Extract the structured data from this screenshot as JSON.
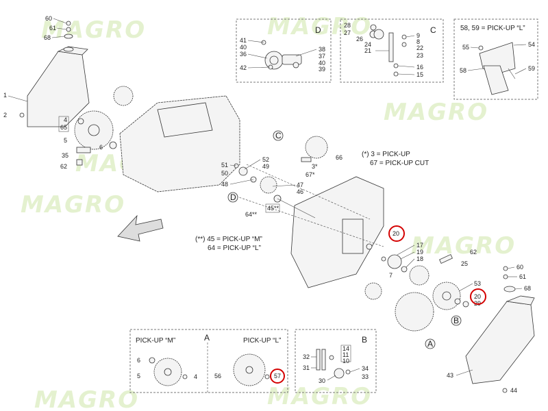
{
  "watermark": "MAGRO",
  "boxes": {
    "D": {
      "title": "D",
      "labels": [
        "41",
        "40",
        "36",
        "38",
        "37",
        "40",
        "39",
        "42"
      ]
    },
    "C": {
      "title": "C",
      "labels": [
        "28",
        "27",
        "26",
        "24",
        "21",
        "9",
        "8",
        "22",
        "23",
        "16",
        "15"
      ]
    },
    "L": {
      "title": "58, 59 = PICK-UP “L”",
      "labels": [
        "55",
        "54",
        "58",
        "59"
      ]
    },
    "A": {
      "title": "A",
      "left_title": "PICK-UP “M”",
      "right_title": "PICK-UP “L”",
      "labels": [
        "6",
        "5",
        "4",
        "56",
        "57"
      ]
    },
    "B": {
      "title": "B",
      "labels": [
        "14",
        "11",
        "10",
        "32",
        "31",
        "30",
        "34",
        "33"
      ]
    }
  },
  "notes": {
    "pickup_note_1": "(*) 3 = PICK-UP",
    "pickup_note_2": "67 = PICK-UP CUT",
    "pickup_note_3": "(**) 45 = PICK-UP “M”",
    "pickup_note_4": "64 = PICK-UP “L”"
  },
  "callouts": [
    "C",
    "D",
    "A",
    "B"
  ],
  "main_labels": {
    "l60a": "60",
    "l61a": "61",
    "l68a": "68",
    "l1": "1",
    "l2": "2",
    "l4": "4",
    "l65": "65",
    "l5": "5",
    "l6": "6",
    "l35": "35",
    "l62a": "62",
    "l51": "51",
    "l52": "52",
    "l50": "50",
    "l49": "49",
    "l48": "48",
    "l47": "47",
    "l46": "46",
    "l45": "45**",
    "l64": "64**",
    "l3": "3*",
    "l67": "67*",
    "l66": "66",
    "l20a": "20",
    "l17": "17",
    "l19": "19",
    "l18": "18",
    "l7": "7",
    "l62b": "62",
    "l25": "25",
    "l53": "53",
    "l20b": "20",
    "l29": "29",
    "l60b": "60",
    "l61b": "61",
    "l68b": "68",
    "l43": "43",
    "l44": "44"
  },
  "highlight_color": "#d40000"
}
